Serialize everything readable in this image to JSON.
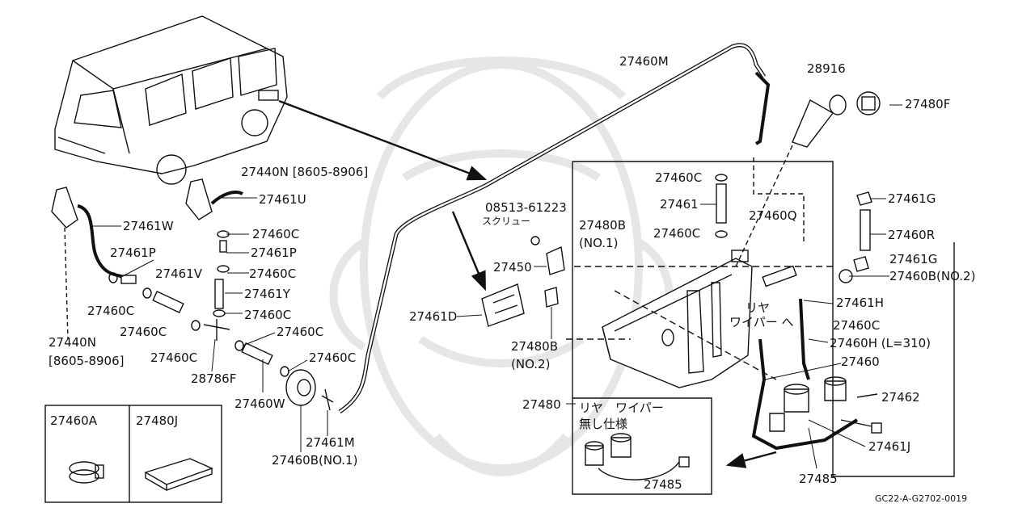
{
  "colors": {
    "ink": "#111111",
    "watermark": "#e6e6e6",
    "background": "#ffffff"
  },
  "diagram_code": "GC22-A-G2702-0019",
  "parts": {
    "p27460M": "27460M",
    "p28916": "28916",
    "p27480F": "27480F",
    "p27440N_top": "27440N [8605-8906]",
    "p27461U": "27461U",
    "p27461W": "27461W",
    "p27460C_1": "27460C",
    "p27461P_1": "27461P",
    "p27461P_2": "27461P",
    "p27460C_2": "27460C",
    "p27461V": "27461V",
    "p27461Y": "27461Y",
    "p27460C_3": "27460C",
    "p27460C_4": "27460C",
    "p27460C_5": "27460C",
    "p27460C_6": "27460C",
    "p27460C_7": "27460C",
    "p27460C_8": "27460C",
    "p27440N_bottom": "27440N",
    "p27440N_range": "[8605-8906]",
    "p28786F": "28786F",
    "p27460W": "27460W",
    "p27461M": "27461M",
    "p27460B_no1": "27460B(NO.1)",
    "p08513": "08513-61223",
    "screw_jp": "スクリュー",
    "p27480B_no1": "27480B",
    "no1": "(NO.1)",
    "p27450": "27450",
    "p27461D": "27461D",
    "p27480B_no2": "27480B",
    "no2": "(NO.2)",
    "p27460C_tank1": "27460C",
    "p27461": "27461",
    "p27460C_tank2": "27460C",
    "p27460Q": "27460Q",
    "p27461G_1": "27461G",
    "p27460R": "27460R",
    "p27461G_2": "27461G",
    "p27460B_no2": "27460B(NO.2)",
    "p27461H": "27461H",
    "p27460C_tank3": "27460C",
    "rear_jp": "リヤ",
    "wiper_to_jp": "ワイパー へ",
    "p27460H": "27460H (L=310)",
    "p27460": "27460",
    "p27462": "27462",
    "p27480": "27480",
    "rear_wiper_jp": "リヤ　ワイパー",
    "without_jp": "無し仕様",
    "p27485_inner": "27485",
    "p27485": "27485",
    "p27461J": "27461J",
    "box1": "27460A",
    "box2": "27480J"
  }
}
